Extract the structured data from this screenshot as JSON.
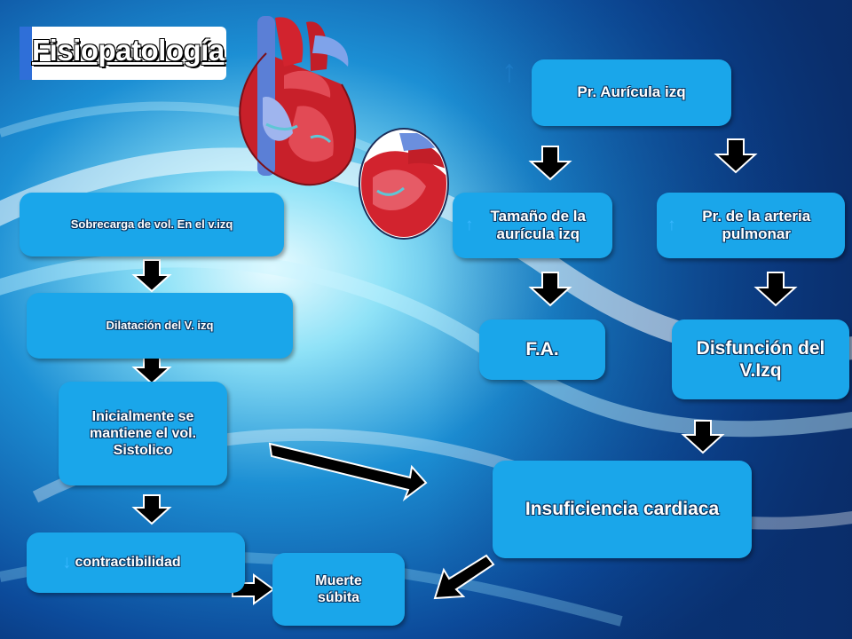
{
  "title": "Fisiopatología",
  "nodes": {
    "sobrecarga": "Sobrecarga de vol. En el v.izq",
    "dilatacion": "Dilatación del  V. izq",
    "inicialmente": "Inicialmente se mantiene el vol. Sistolico",
    "contractibilidad": "contractibilidad",
    "muerte": "Muerte súbita",
    "pr_auricula": "Pr. Aurícula izq",
    "tamano": "Tamaño de la aurícula izq",
    "pr_arteria": "Pr. de la arteria pulmonar",
    "fa": "F.A.",
    "disfuncion": "Disfunción del V.Izq",
    "insuficiencia": "Insuficiencia cardiaca"
  },
  "indicators": {
    "increase": "↑",
    "decrease": "↓"
  },
  "colors": {
    "box_fill": "#1aa6ea",
    "background": "#0b3f86",
    "title_band": "#2f6fd8",
    "arrow": "#000000"
  },
  "icons": [
    "heart-diagram-icon",
    "heart-chamber-detail-icon",
    "down-arrow-icon",
    "diagonal-arrow-icon"
  ]
}
